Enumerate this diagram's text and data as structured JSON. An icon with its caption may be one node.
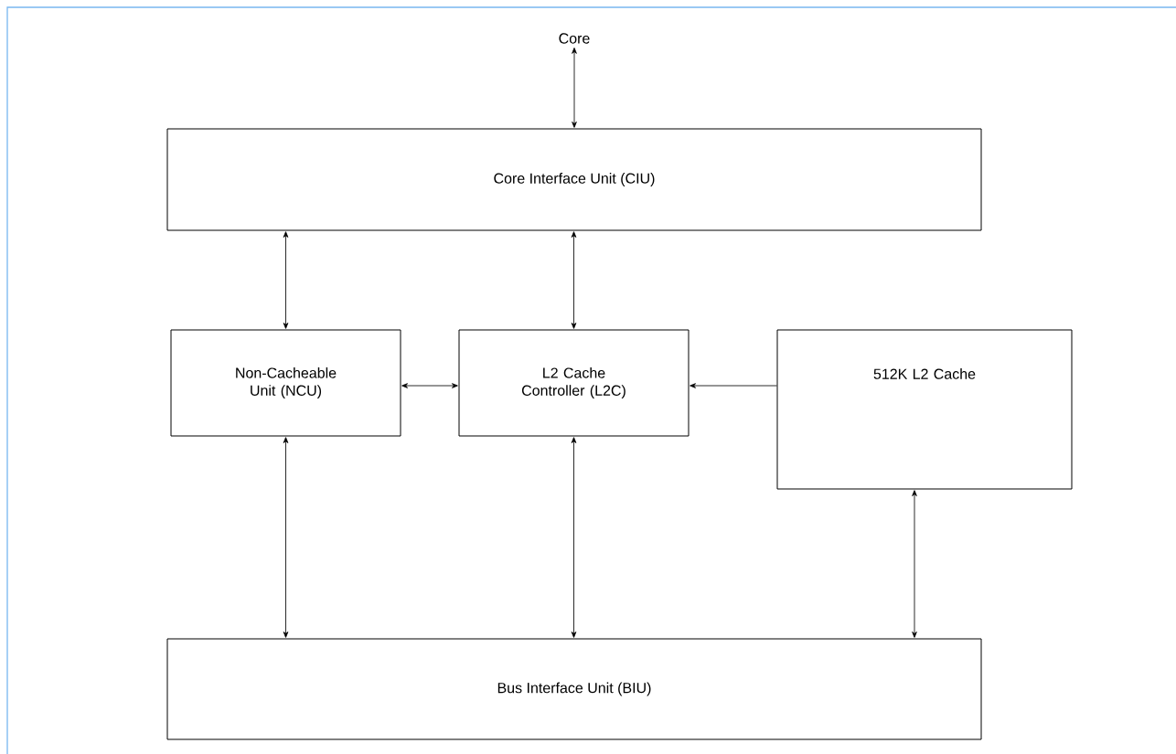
{
  "diagram": {
    "nodes": [
      {
        "text": [
          "Core"
        ]
      },
      {
        "text": [
          "Core Interface Unit (CIU)"
        ]
      },
      {
        "text": [
          "Non-Cacheable Unit (NCU)"
        ]
      },
      {
        "text": [
          "L2 Cache Controller (L2C)"
        ]
      },
      {
        "text": [
          "512K L2 Cache"
        ]
      },
      {
        "text": [
          "Bus Interface Unit (BIU)"
        ]
      }
    ],
    "edges": [
      {
        "from": 0,
        "to": 1,
        "arrow": "both"
      },
      {
        "from": 1,
        "to": 2,
        "arrow": "both"
      },
      {
        "from": 1,
        "to": 3,
        "arrow": "both"
      },
      {
        "from": 2,
        "to": 3,
        "arrow": "both"
      },
      {
        "from": 4,
        "to": 3,
        "arrow": "to"
      },
      {
        "from": 2,
        "to": 5,
        "arrow": "both"
      },
      {
        "from": 3,
        "to": 5,
        "arrow": "both"
      },
      {
        "from": 4,
        "to": 5,
        "arrow": "both"
      }
    ]
  }
}
